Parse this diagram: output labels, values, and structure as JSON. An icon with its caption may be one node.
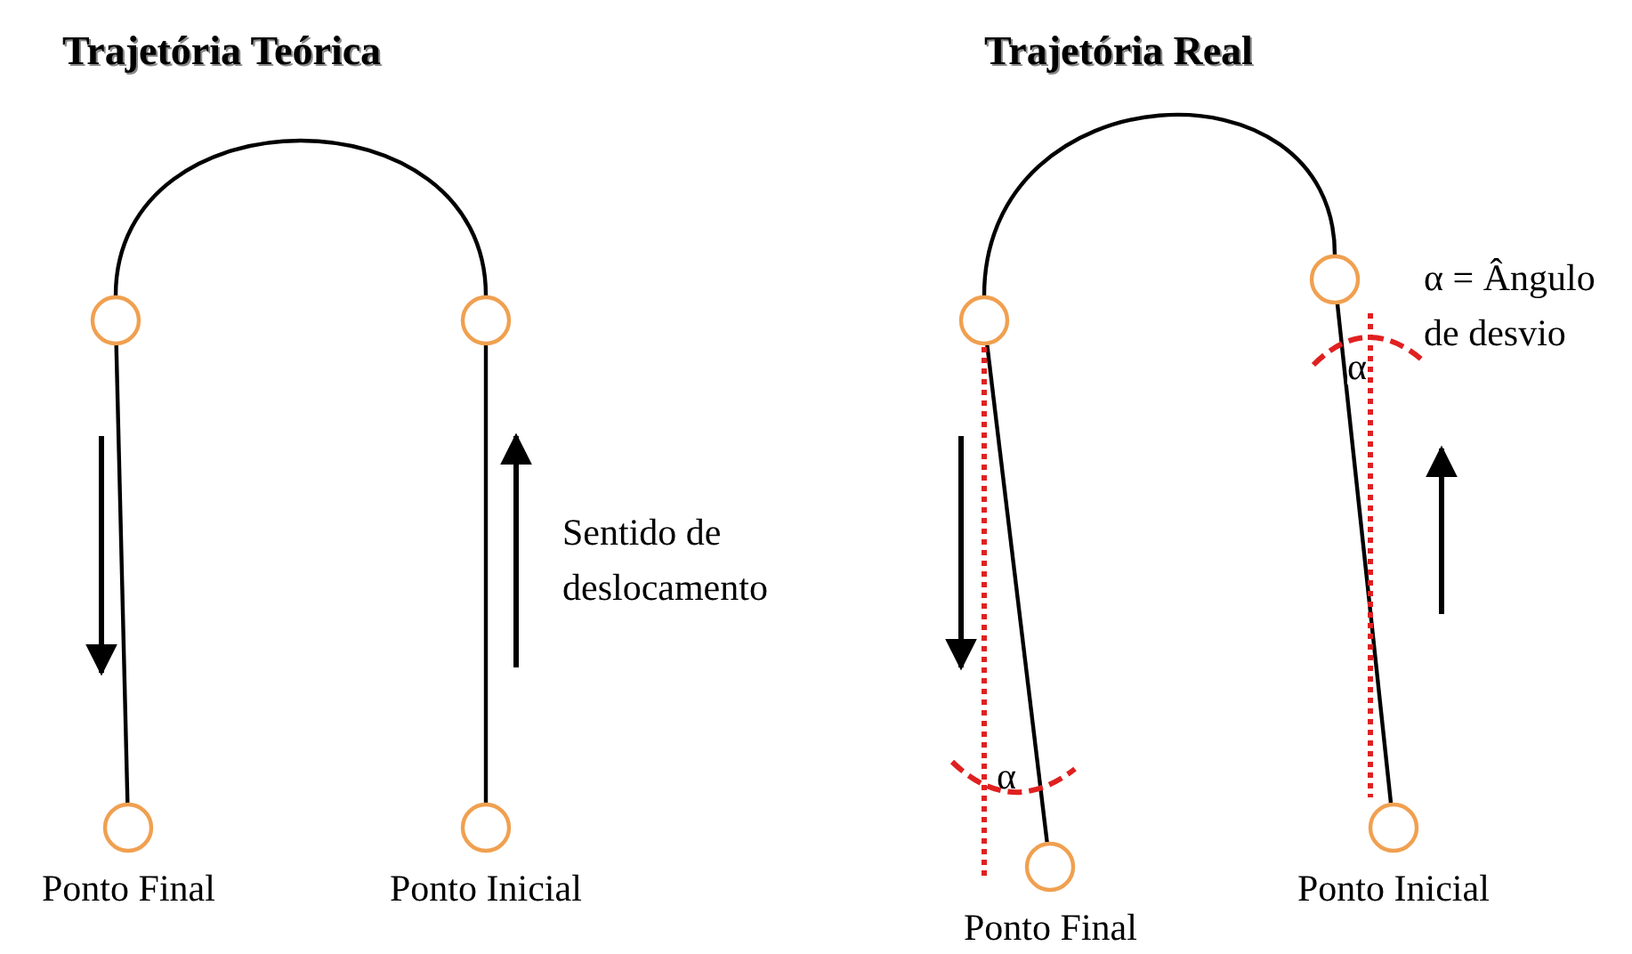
{
  "diagram": {
    "nodes": [
      {
        "text": [],
        "shape": "circle"
      },
      {
        "text": [],
        "shape": "circle"
      },
      {
        "text": [],
        "shape": "circle",
        "beside": [
          "Ponto Final"
        ]
      },
      {
        "text": [],
        "shape": "circle",
        "beside": [
          "Ponto Inicial"
        ]
      },
      {
        "text": [],
        "shape": "circle"
      },
      {
        "text": [],
        "shape": "circle"
      },
      {
        "text": [],
        "shape": "circle",
        "beside": [
          "Ponto Final"
        ]
      },
      {
        "text": [],
        "shape": "circle",
        "beside": [
          "Ponto Inicial"
        ]
      }
    ],
    "edges": [
      {
        "from": 0,
        "to": 1,
        "arrow": "none"
      },
      {
        "from": 0,
        "to": 2,
        "arrow": "none"
      },
      {
        "from": 3,
        "to": 1,
        "arrow": "none"
      },
      {
        "from": 4,
        "to": 5,
        "arrow": "none"
      },
      {
        "from": 4,
        "to": 6,
        "arrow": "none"
      },
      {
        "from": 7,
        "to": 5,
        "arrow": "none"
      }
    ],
    "labels": [
      "Trajetória Teórica",
      "Trajetória Real",
      "α = Ângulo de desvio",
      "α",
      "Sentido de deslocamento",
      "α"
    ]
  }
}
